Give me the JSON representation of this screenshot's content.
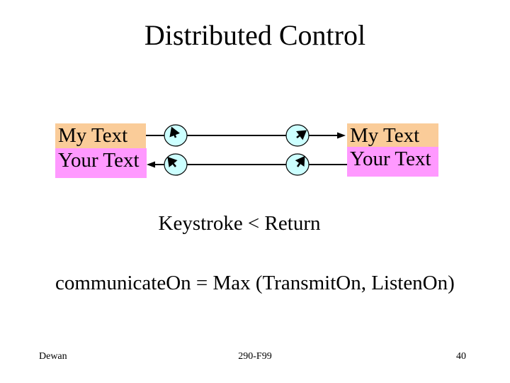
{
  "slide": {
    "title": "Distributed Control",
    "boxes": {
      "left": {
        "my_text": "My Text",
        "your_text": "Your Text"
      },
      "right": {
        "my_text": "My Text",
        "your_text": "Your Text"
      }
    },
    "caption": "Keystroke < Return",
    "formula": "communicateOn = Max (TransmitOn, ListenOn)",
    "footer": {
      "author": "Dewan",
      "course": "290-F99",
      "page": "40"
    },
    "colors": {
      "peach": "#FACC99",
      "pink": "#FF99FF",
      "clock": "#CCFFFF",
      "line": "#000000"
    },
    "icons": {
      "clock": "clock-icon"
    }
  }
}
